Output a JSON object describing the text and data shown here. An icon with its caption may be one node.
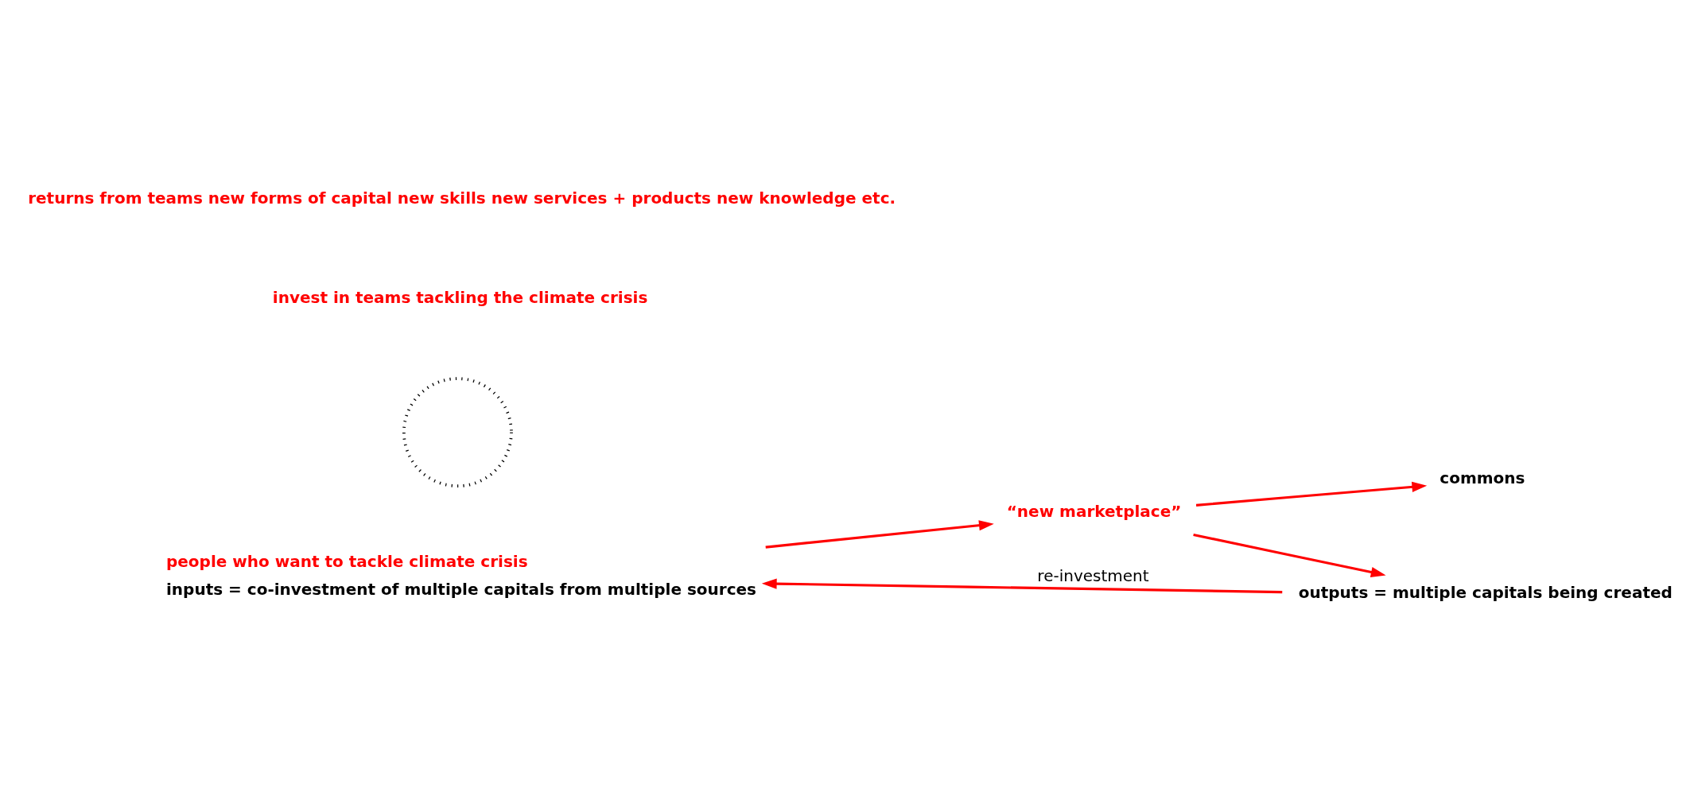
{
  "diagram": {
    "nodes": [
      {
        "text": [
          "people who want to tackle climate crisis",
          "inputs = co-investment of multiple capitals from multiple sources"
        ]
      },
      {
        "text": [],
        "shape": "circle"
      },
      {
        "text": [
          "“new marketplace”"
        ]
      },
      {
        "text": [
          "invest in teams tackling the climate crisis"
        ]
      },
      {
        "text": [
          "returns from teams new forms of capital new skills new services + products new knowledge etc."
        ]
      },
      {
        "text": [
          "outputs = multiple capitals being created"
        ]
      },
      {
        "text": [
          "commons"
        ]
      }
    ],
    "edges": [
      {
        "from": 0,
        "to": 2,
        "arrow": "to"
      },
      {
        "from": 2,
        "to": 5,
        "arrow": "to"
      },
      {
        "from": 2,
        "to": 6,
        "arrow": "to"
      },
      {
        "from": 5,
        "to": 0,
        "arrow": "to",
        "label": "re-investment"
      }
    ]
  }
}
